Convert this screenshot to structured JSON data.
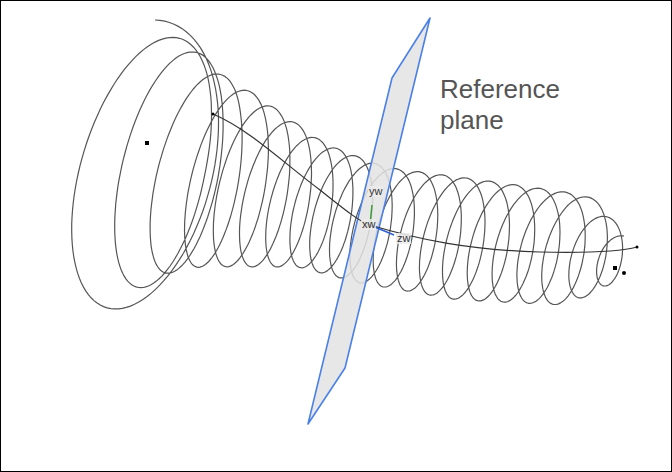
{
  "diagram": {
    "labels": [
      "Reference plane",
      "yw",
      "xw",
      "zw"
    ]
  }
}
